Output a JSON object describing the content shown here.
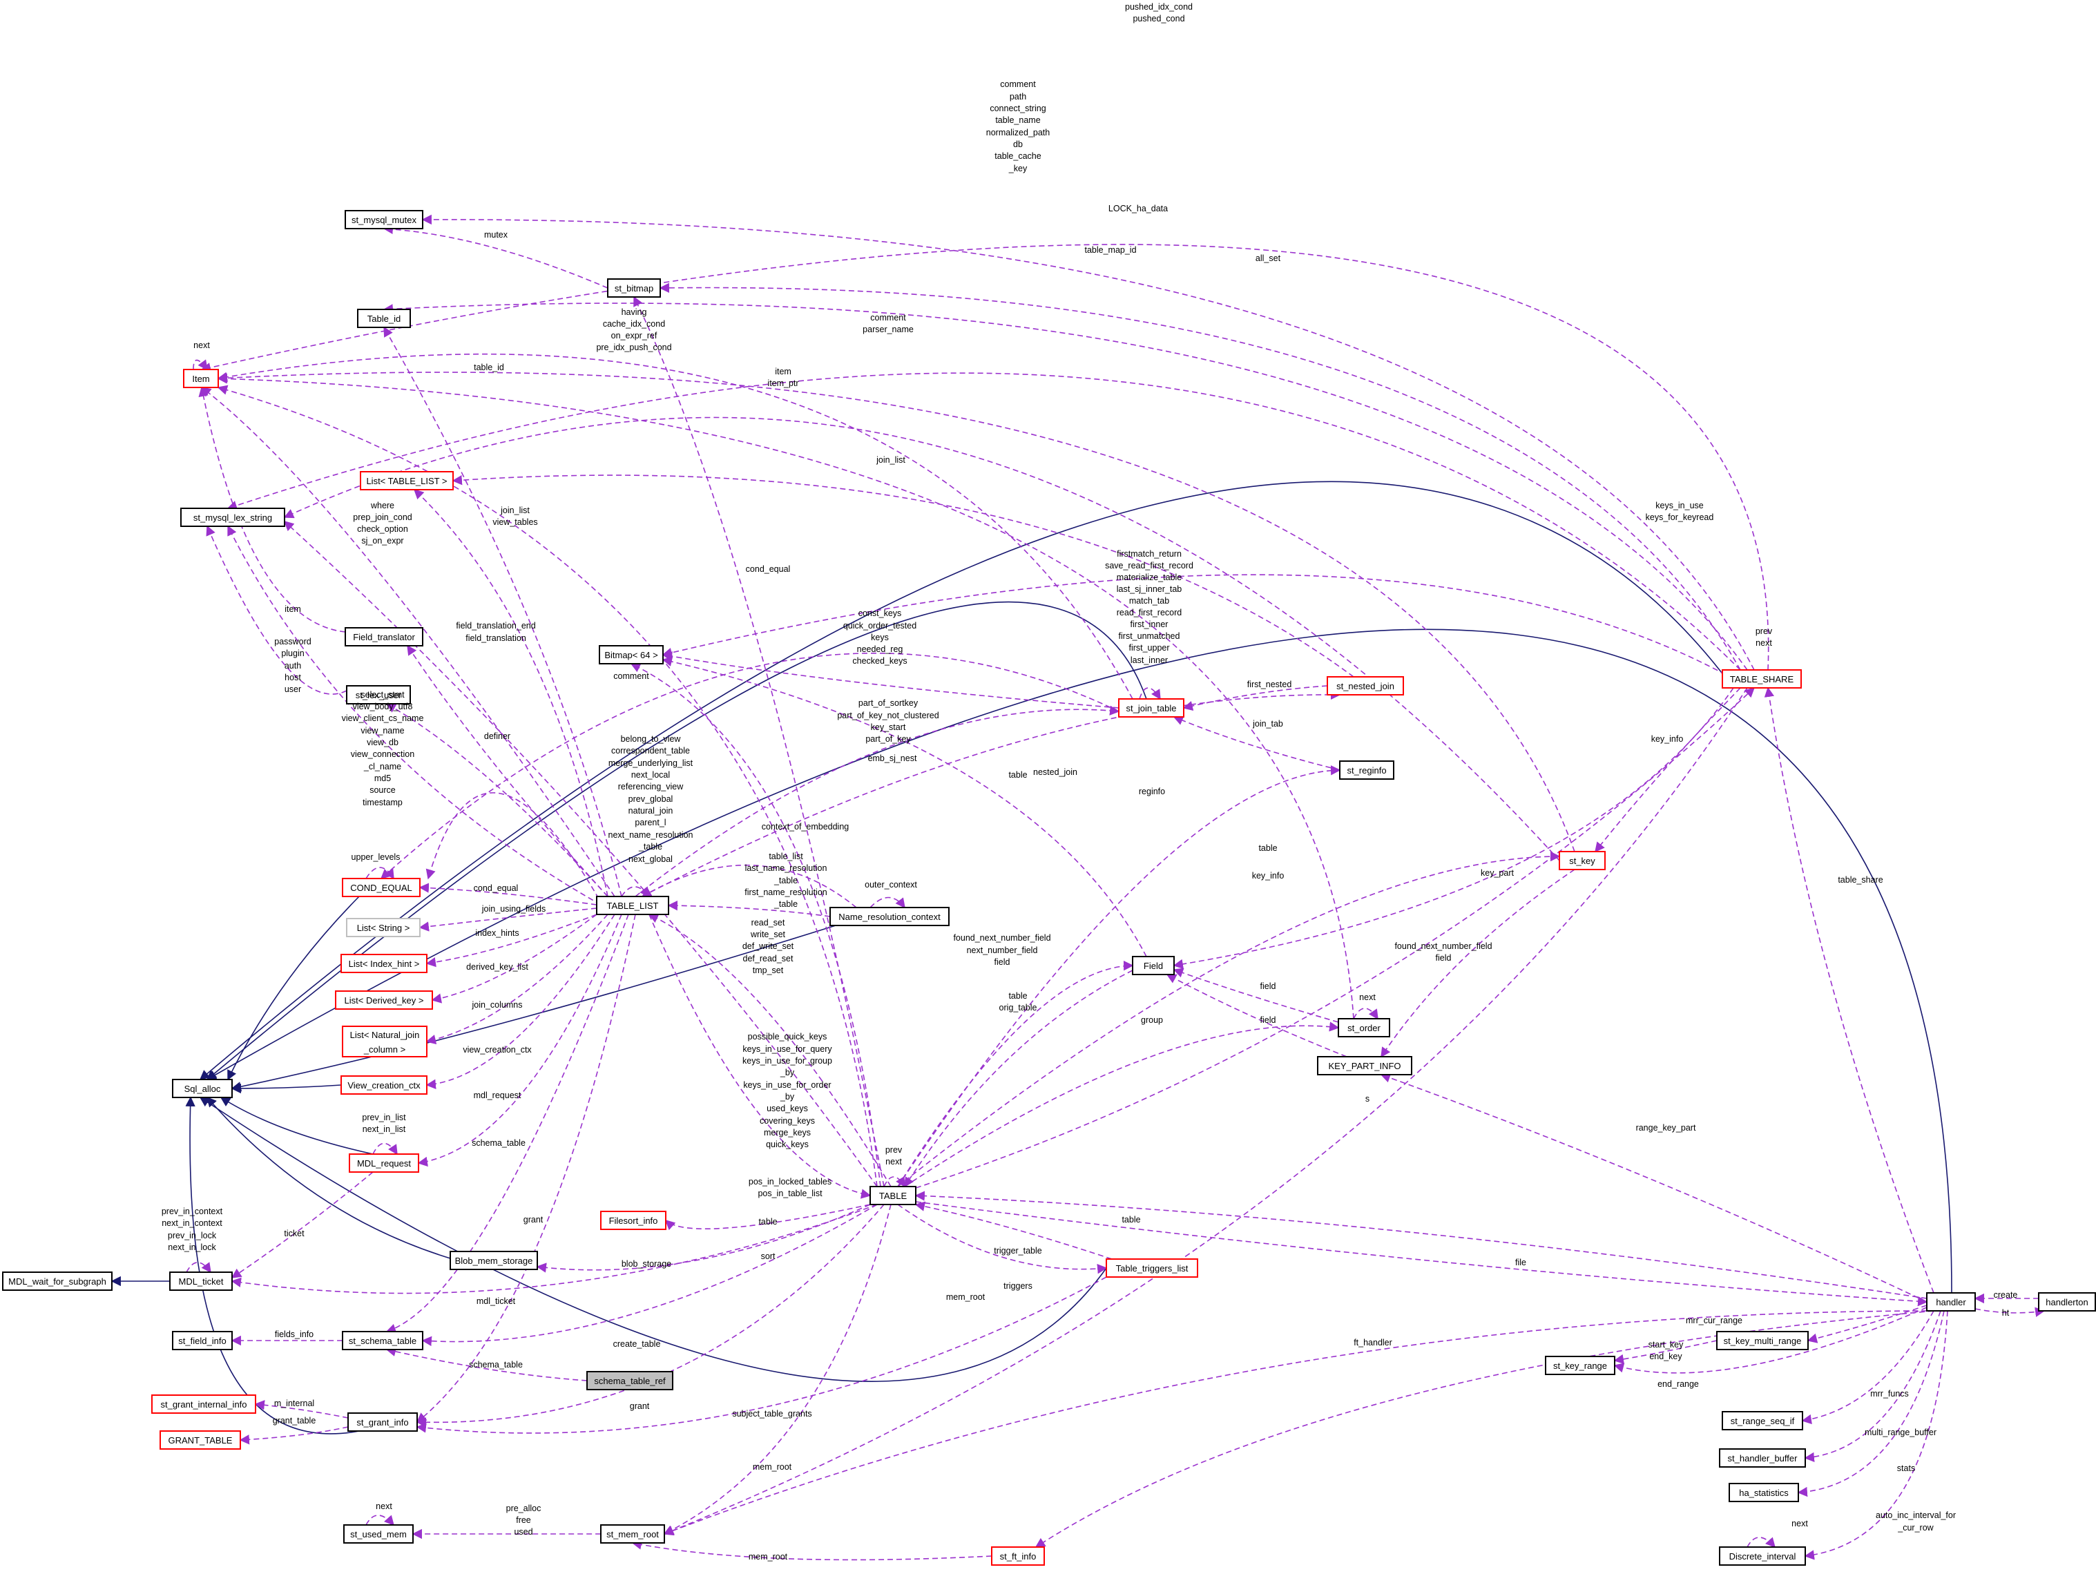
{
  "diagram": {
    "nodes": [
      {
        "id": "item",
        "label": "Item",
        "style": "red"
      },
      {
        "id": "st_mysql_mutex",
        "label": "st_mysql_mutex",
        "style": "black"
      },
      {
        "id": "table_id",
        "label": "Table_id",
        "style": "black"
      },
      {
        "id": "st_bitmap",
        "label": "st_bitmap",
        "style": "black"
      },
      {
        "id": "list_table_list",
        "label": "List< TABLE_LIST >",
        "style": "red"
      },
      {
        "id": "st_mysql_lex_string",
        "label": "st_mysql_lex_string",
        "style": "black"
      },
      {
        "id": "field_translator",
        "label": "Field_translator",
        "style": "black"
      },
      {
        "id": "bitmap64",
        "label": "Bitmap< 64 >",
        "style": "black"
      },
      {
        "id": "st_lex_user",
        "label": "st_lex_user",
        "style": "black"
      },
      {
        "id": "st_join_table",
        "label": "st_join_table",
        "style": "red"
      },
      {
        "id": "st_nested_join",
        "label": "st_nested_join",
        "style": "red"
      },
      {
        "id": "table_share",
        "label": "TABLE_SHARE",
        "style": "red"
      },
      {
        "id": "st_reginfo",
        "label": "st_reginfo",
        "style": "black"
      },
      {
        "id": "cond_equal",
        "label": "COND_EQUAL",
        "style": "red"
      },
      {
        "id": "table_list",
        "label": "TABLE_LIST",
        "style": "black"
      },
      {
        "id": "name_resolution_context",
        "label": "Name_resolution_context",
        "style": "black"
      },
      {
        "id": "st_key",
        "label": "st_key",
        "style": "red"
      },
      {
        "id": "list_string",
        "label": "List< String >",
        "style": "grey"
      },
      {
        "id": "list_index_hint",
        "label": "List< Index_hint >",
        "style": "red"
      },
      {
        "id": "list_derived_key",
        "label": "List< Derived_key >",
        "style": "red"
      },
      {
        "id": "field",
        "label": "Field",
        "style": "black"
      },
      {
        "id": "list_natural_join_1",
        "label": "List< Natural_join",
        "style": "red"
      },
      {
        "id": "list_natural_join_2",
        "label": "_column >",
        "style": "none"
      },
      {
        "id": "st_order",
        "label": "st_order",
        "style": "black"
      },
      {
        "id": "view_creation_ctx",
        "label": "View_creation_ctx",
        "style": "red"
      },
      {
        "id": "sql_alloc",
        "label": "Sql_alloc",
        "style": "black"
      },
      {
        "id": "key_part_info",
        "label": "KEY_PART_INFO",
        "style": "black"
      },
      {
        "id": "mdl_request",
        "label": "MDL_request",
        "style": "red"
      },
      {
        "id": "table",
        "label": "TABLE",
        "style": "black"
      },
      {
        "id": "filesort_info",
        "label": "Filesort_info",
        "style": "red"
      },
      {
        "id": "blob_mem_storage",
        "label": "Blob_mem_storage",
        "style": "black"
      },
      {
        "id": "table_triggers_list",
        "label": "Table_triggers_list",
        "style": "red"
      },
      {
        "id": "mdl_wait_for_subgraph",
        "label": "MDL_wait_for_subgraph",
        "style": "black"
      },
      {
        "id": "mdl_ticket",
        "label": "MDL_ticket",
        "style": "black"
      },
      {
        "id": "handler",
        "label": "handler",
        "style": "black"
      },
      {
        "id": "handlerton",
        "label": "handlerton",
        "style": "black"
      },
      {
        "id": "st_field_info",
        "label": "st_field_info",
        "style": "black"
      },
      {
        "id": "st_schema_table",
        "label": "st_schema_table",
        "style": "black"
      },
      {
        "id": "st_key_multi_range",
        "label": "st_key_multi_range",
        "style": "black"
      },
      {
        "id": "st_key_range",
        "label": "st_key_range",
        "style": "black"
      },
      {
        "id": "schema_table_ref",
        "label": "schema_table_ref",
        "style": "filled"
      },
      {
        "id": "st_grant_internal_info",
        "label": "st_grant_internal_info",
        "style": "red"
      },
      {
        "id": "st_grant_info",
        "label": "st_grant_info",
        "style": "black"
      },
      {
        "id": "grant_table",
        "label": "GRANT_TABLE",
        "style": "red"
      },
      {
        "id": "st_range_seq_if",
        "label": "st_range_seq_if",
        "style": "black"
      },
      {
        "id": "st_handler_buffer",
        "label": "st_handler_buffer",
        "style": "black"
      },
      {
        "id": "ha_statistics",
        "label": "ha_statistics",
        "style": "black"
      },
      {
        "id": "st_used_mem",
        "label": "st_used_mem",
        "style": "black"
      },
      {
        "id": "st_mem_root",
        "label": "st_mem_root",
        "style": "black"
      },
      {
        "id": "st_ft_info",
        "label": "st_ft_info",
        "style": "red"
      },
      {
        "id": "discrete_interval",
        "label": "Discrete_interval",
        "style": "black"
      }
    ],
    "labels": [
      {
        "text": "pushed_idx_cond"
      },
      {
        "text": "pushed_cond"
      },
      {
        "text": "comment"
      },
      {
        "text": "path"
      },
      {
        "text": "connect_string"
      },
      {
        "text": "table_name"
      },
      {
        "text": "normalized_path"
      },
      {
        "text": "db"
      },
      {
        "text": "table_cache"
      },
      {
        "text": "_key"
      },
      {
        "text": "LOCK_ha_data"
      },
      {
        "text": "mutex"
      },
      {
        "text": "table_map_id"
      },
      {
        "text": "all_set"
      },
      {
        "text": "next"
      },
      {
        "text": "having"
      },
      {
        "text": "cache_idx_cond"
      },
      {
        "text": "on_expr_ref"
      },
      {
        "text": "pre_idx_push_cond"
      },
      {
        "text": "comment"
      },
      {
        "text": "parser_name"
      },
      {
        "text": "table_id"
      },
      {
        "text": "item"
      },
      {
        "text": "item_ptr"
      },
      {
        "text": "join_list"
      },
      {
        "text": "where"
      },
      {
        "text": "prep_join_cond"
      },
      {
        "text": "check_option"
      },
      {
        "text": "sj_on_expr"
      },
      {
        "text": "join_list"
      },
      {
        "text": "view_tables"
      },
      {
        "text": "keys_in_use"
      },
      {
        "text": "keys_for_keyread"
      },
      {
        "text": "firstmatch_return"
      },
      {
        "text": "save_read_first_record"
      },
      {
        "text": "materialize_table"
      },
      {
        "text": "last_sj_inner_tab"
      },
      {
        "text": "match_tab"
      },
      {
        "text": "read_first_record"
      },
      {
        "text": "first_inner"
      },
      {
        "text": "first_unmatched"
      },
      {
        "text": "first_upper"
      },
      {
        "text": "last_inner"
      },
      {
        "text": "cond_equal"
      },
      {
        "text": "item"
      },
      {
        "text": "field_translation_end"
      },
      {
        "text": "field_translation"
      },
      {
        "text": "const_keys"
      },
      {
        "text": "quick_order_tested"
      },
      {
        "text": "keys"
      },
      {
        "text": "needed_reg"
      },
      {
        "text": "checked_keys"
      },
      {
        "text": "prev"
      },
      {
        "text": "next"
      },
      {
        "text": "password"
      },
      {
        "text": "plugin"
      },
      {
        "text": "auth"
      },
      {
        "text": "host"
      },
      {
        "text": "user"
      },
      {
        "text": "comment"
      },
      {
        "text": "first_nested"
      },
      {
        "text": "part_of_sortkey"
      },
      {
        "text": "part_of_key_not_clustered"
      },
      {
        "text": "key_start"
      },
      {
        "text": "part_of_key"
      },
      {
        "text": "select_stmt"
      },
      {
        "text": "view_body_utf8"
      },
      {
        "text": "view_client_cs_name"
      },
      {
        "text": "view_name"
      },
      {
        "text": "view_db"
      },
      {
        "text": "view_connection"
      },
      {
        "text": "_cl_name"
      },
      {
        "text": "md5"
      },
      {
        "text": "source"
      },
      {
        "text": "timestamp"
      },
      {
        "text": "definer"
      },
      {
        "text": "key_info"
      },
      {
        "text": "join_tab"
      },
      {
        "text": "belong_to_view"
      },
      {
        "text": "correspondent_table"
      },
      {
        "text": "merge_underlying_list"
      },
      {
        "text": "next_local"
      },
      {
        "text": "referencing_view"
      },
      {
        "text": "prev_global"
      },
      {
        "text": "natural_join"
      },
      {
        "text": "parent_l"
      },
      {
        "text": "next_name_resolution"
      },
      {
        "text": "_table"
      },
      {
        "text": "next_global"
      },
      {
        "text": "emb_sj_nest"
      },
      {
        "text": "nested_join"
      },
      {
        "text": "table"
      },
      {
        "text": "reginfo"
      },
      {
        "text": "context_of_embedding"
      },
      {
        "text": "upper_levels"
      },
      {
        "text": "outer_context"
      },
      {
        "text": "table"
      },
      {
        "text": "key_info"
      },
      {
        "text": "table_list"
      },
      {
        "text": "last_name_resolution"
      },
      {
        "text": "_table"
      },
      {
        "text": "first_name_resolution"
      },
      {
        "text": "_table"
      },
      {
        "text": "cond_equal"
      },
      {
        "text": "join_using_fields"
      },
      {
        "text": "key_part"
      },
      {
        "text": "table_share"
      },
      {
        "text": "index_hints"
      },
      {
        "text": "read_set"
      },
      {
        "text": "write_set"
      },
      {
        "text": "def_write_set"
      },
      {
        "text": "def_read_set"
      },
      {
        "text": "tmp_set"
      },
      {
        "text": "found_next_number_field"
      },
      {
        "text": "next_number_field"
      },
      {
        "text": "field"
      },
      {
        "text": "found_next_number_field"
      },
      {
        "text": "field"
      },
      {
        "text": "derived_key_list"
      },
      {
        "text": "table"
      },
      {
        "text": "orig_table"
      },
      {
        "text": "field"
      },
      {
        "text": "next"
      },
      {
        "text": "join_columns"
      },
      {
        "text": "group"
      },
      {
        "text": "field"
      },
      {
        "text": "possible_quick_keys"
      },
      {
        "text": "keys_in_use_for_query"
      },
      {
        "text": "keys_in_use_for_group"
      },
      {
        "text": "_by"
      },
      {
        "text": "keys_in_use_for_order"
      },
      {
        "text": "_by"
      },
      {
        "text": "used_keys"
      },
      {
        "text": "covering_keys"
      },
      {
        "text": "merge_keys"
      },
      {
        "text": "quick_keys"
      },
      {
        "text": "view_creation_ctx"
      },
      {
        "text": "mdl_request"
      },
      {
        "text": "s"
      },
      {
        "text": "prev_in_list"
      },
      {
        "text": "next_in_list"
      },
      {
        "text": "schema_table"
      },
      {
        "text": "range_key_part"
      },
      {
        "text": "prev"
      },
      {
        "text": "next"
      },
      {
        "text": "prev_in_context"
      },
      {
        "text": "next_in_context"
      },
      {
        "text": "prev_in_lock"
      },
      {
        "text": "next_in_lock"
      },
      {
        "text": "ticket"
      },
      {
        "text": "pos_in_locked_tables"
      },
      {
        "text": "pos_in_table_list"
      },
      {
        "text": "grant"
      },
      {
        "text": "table"
      },
      {
        "text": "table"
      },
      {
        "text": "sort"
      },
      {
        "text": "trigger_table"
      },
      {
        "text": "blob_storage"
      },
      {
        "text": "file"
      },
      {
        "text": "create"
      },
      {
        "text": "triggers"
      },
      {
        "text": "ht"
      },
      {
        "text": "mdl_ticket"
      },
      {
        "text": "mem_root"
      },
      {
        "text": "mrr_cur_range"
      },
      {
        "text": "ft_handler"
      },
      {
        "text": "fields_info"
      },
      {
        "text": "create_table"
      },
      {
        "text": "start_key"
      },
      {
        "text": "end_key"
      },
      {
        "text": "end_range"
      },
      {
        "text": "schema_table"
      },
      {
        "text": "m_internal"
      },
      {
        "text": "grant"
      },
      {
        "text": "mrr_funcs"
      },
      {
        "text": "subject_table_grants"
      },
      {
        "text": "grant_table"
      },
      {
        "text": "multi_range_buffer"
      },
      {
        "text": "stats"
      },
      {
        "text": "mem_root"
      },
      {
        "text": "next"
      },
      {
        "text": "pre_alloc"
      },
      {
        "text": "free"
      },
      {
        "text": "used"
      },
      {
        "text": "auto_inc_interval_for"
      },
      {
        "text": "_cur_row"
      },
      {
        "text": "next"
      },
      {
        "text": "mem_root"
      }
    ]
  }
}
